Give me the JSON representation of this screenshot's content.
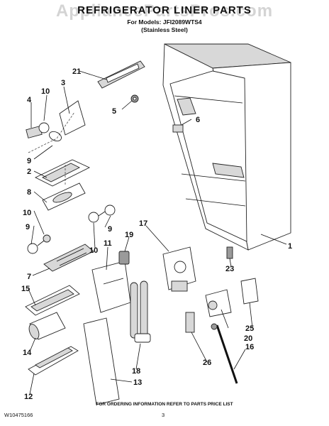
{
  "watermark": "AppliancePartsPros.com",
  "title": "REFRIGERATOR LINER PARTS",
  "model_line": "For Models: JFI2089WTS4",
  "finish_line": "(Stainless Steel)",
  "callouts": {
    "c1": "1",
    "c2": "2",
    "c3": "3",
    "c4": "4",
    "c5": "5",
    "c6": "6",
    "c7": "7",
    "c8": "8",
    "c9a": "9",
    "c9b": "9",
    "c9c": "9",
    "c10a": "10",
    "c10b": "10",
    "c10c": "10",
    "c11": "11",
    "c12": "12",
    "c13": "13",
    "c14": "14",
    "c15": "15",
    "c16": "16",
    "c17": "17",
    "c18": "18",
    "c19": "19",
    "c20": "20",
    "c21": "21",
    "c23": "23",
    "c25": "25",
    "c26": "26"
  },
  "footer": {
    "order_note": "FOR ORDERING INFORMATION REFER TO PARTS PRICE LIST",
    "doc_number": "W10475166",
    "page_number": "3"
  }
}
